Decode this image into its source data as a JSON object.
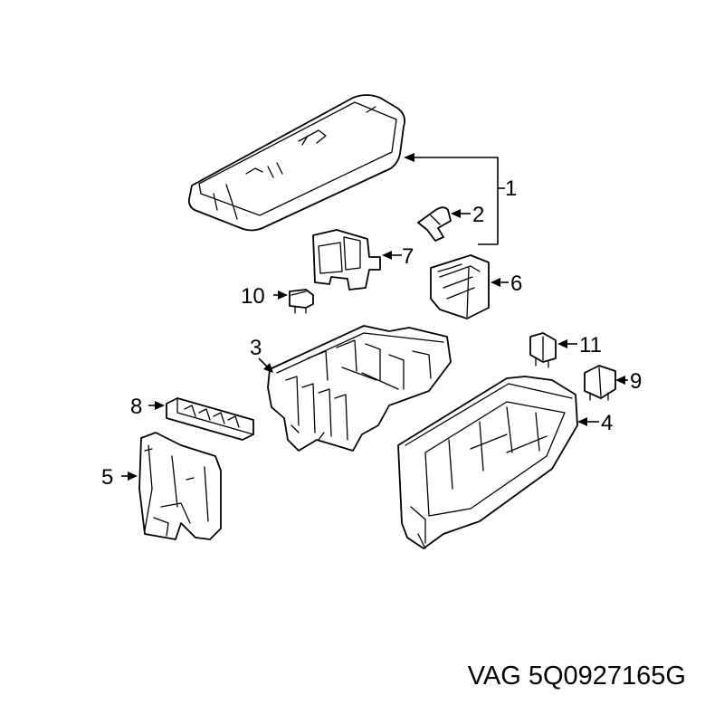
{
  "callouts": {
    "c1": "1",
    "c2": "2",
    "c3": "3",
    "c4": "4",
    "c5": "5",
    "c6": "6",
    "c7": "7",
    "c8": "8",
    "c9": "9",
    "c10": "10",
    "c11": "11"
  },
  "caption": {
    "brand": "VAG",
    "part_number": "5Q0927165G"
  }
}
